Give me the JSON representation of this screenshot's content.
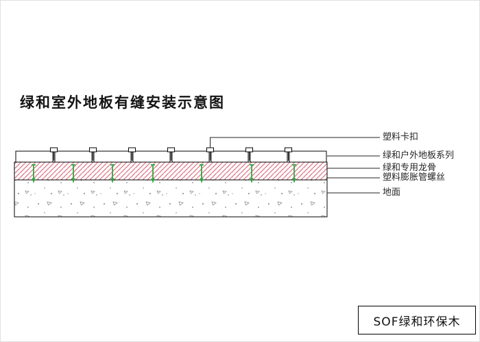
{
  "title": "绿和室外地板有缝安装示意图",
  "callouts": {
    "items": [
      {
        "text": "塑料卡扣"
      },
      {
        "text": "绿和户外地板系列"
      },
      {
        "text": "绿和专用龙骨"
      },
      {
        "text": "塑料膨胀管螺丝"
      },
      {
        "text": "地面"
      }
    ]
  },
  "stamp": {
    "text": "SOF绿和环保木"
  },
  "colors": {
    "hatch": "#dd7585",
    "screw": "#2ca83e",
    "leader": "#222222",
    "outline": "#000000"
  }
}
